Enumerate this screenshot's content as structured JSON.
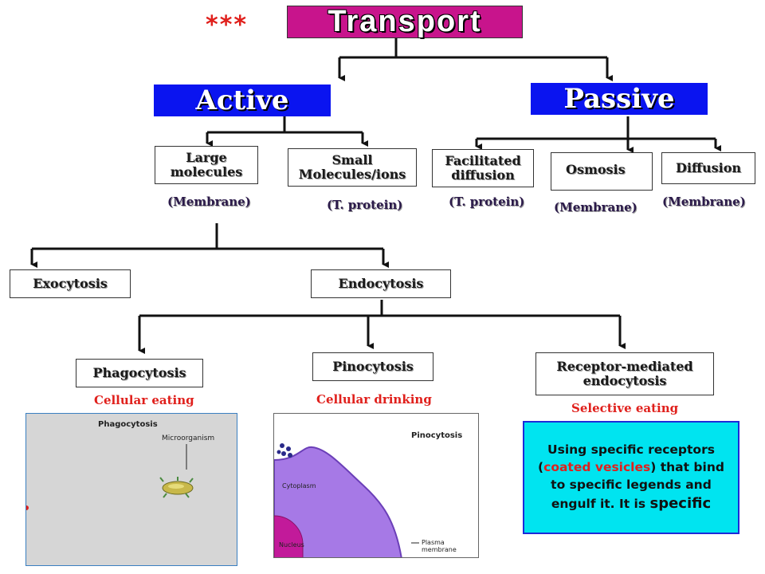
{
  "header": {
    "stars": "***",
    "title": "Transport"
  },
  "branches": {
    "active": "Active",
    "passive": "Passive"
  },
  "active_items": {
    "large": "Large molecules",
    "large_note": "(Membrane)",
    "small": "Small Molecules/ions",
    "small_note": "(T. protein)"
  },
  "passive_items": {
    "facilitated": "Facilitated diffusion",
    "facilitated_note": "(T. protein)",
    "osmosis": "Osmosis",
    "osmosis_note": "(Membrane)",
    "diffusion": "Diffusion",
    "diffusion_note": "(Membrane)"
  },
  "bulk": {
    "exocytosis": "Exocytosis",
    "endocytosis": "Endocytosis"
  },
  "endo_types": {
    "phago": "Phagocytosis",
    "phago_desc": "Cellular eating",
    "pino": "Pinocytosis",
    "pino_desc": "Cellular drinking",
    "receptor": "Receptor-mediated endocytosis",
    "receptor_desc": "Selective eating"
  },
  "images": {
    "phago_title": "Phagocytosis",
    "phago_label": "Microorganism",
    "pino_title": "Pinocytosis",
    "pino_cytoplasm": "Cytoplasm",
    "pino_nucleus": "Nucleus",
    "pino_membrane": "Plasma membrane"
  },
  "receptor_note": {
    "part1": "Using specific receptors (",
    "highlight": "coated vesicles",
    "part2": ") that bind to specific legends and engulf it. It is ",
    "part3": "specific"
  },
  "colors": {
    "title_bg": "#c8148c",
    "branch_bg": "#0a14f0",
    "note_bg": "#00e4f0",
    "note_border": "#1e2ad8",
    "red": "#e0201c",
    "cell_purple": "#a679e6",
    "nucleus": "#c21a9a"
  }
}
